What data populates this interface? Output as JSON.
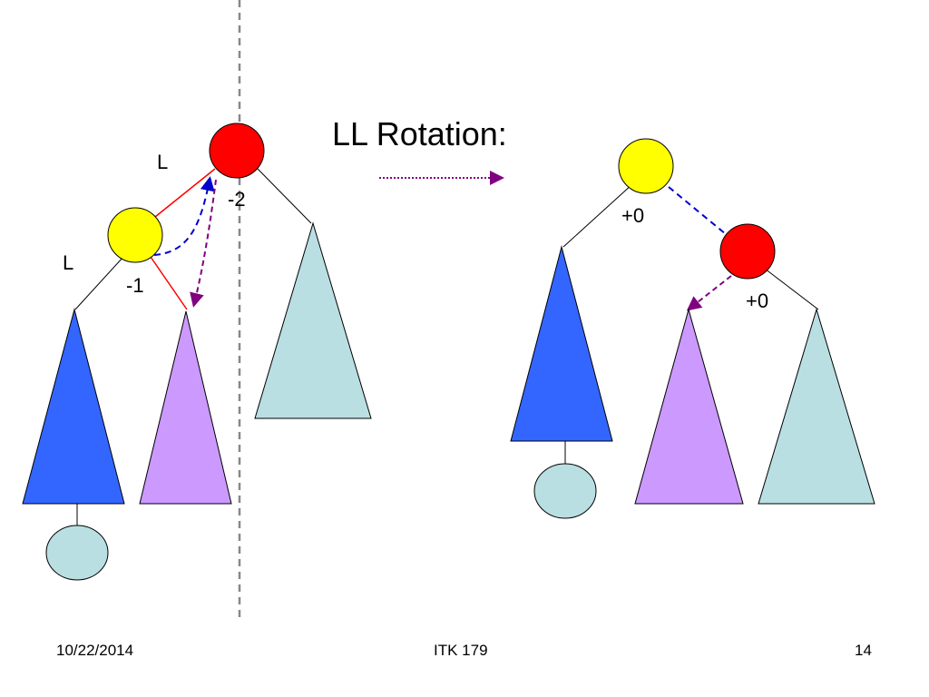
{
  "title": "LL Rotation:",
  "labels": {
    "edge_top": "L",
    "edge_bottom": "L",
    "left_root_balance": "-2",
    "left_child_balance": "-1",
    "right_root_balance": "+0",
    "right_child_balance": "+0"
  },
  "colors": {
    "red_node": "#ff0000",
    "yellow_node": "#ffff00",
    "blue_subtree": "#3366ff",
    "purple_subtree": "#cc99ff",
    "teal_subtree": "#b9dfe3",
    "blue_arrow": "#0000cc",
    "purple_arrow": "#800080",
    "red_edge": "#ff0000"
  },
  "footer": {
    "date": "10/22/2014",
    "course": "ITK 179",
    "page": "14"
  }
}
